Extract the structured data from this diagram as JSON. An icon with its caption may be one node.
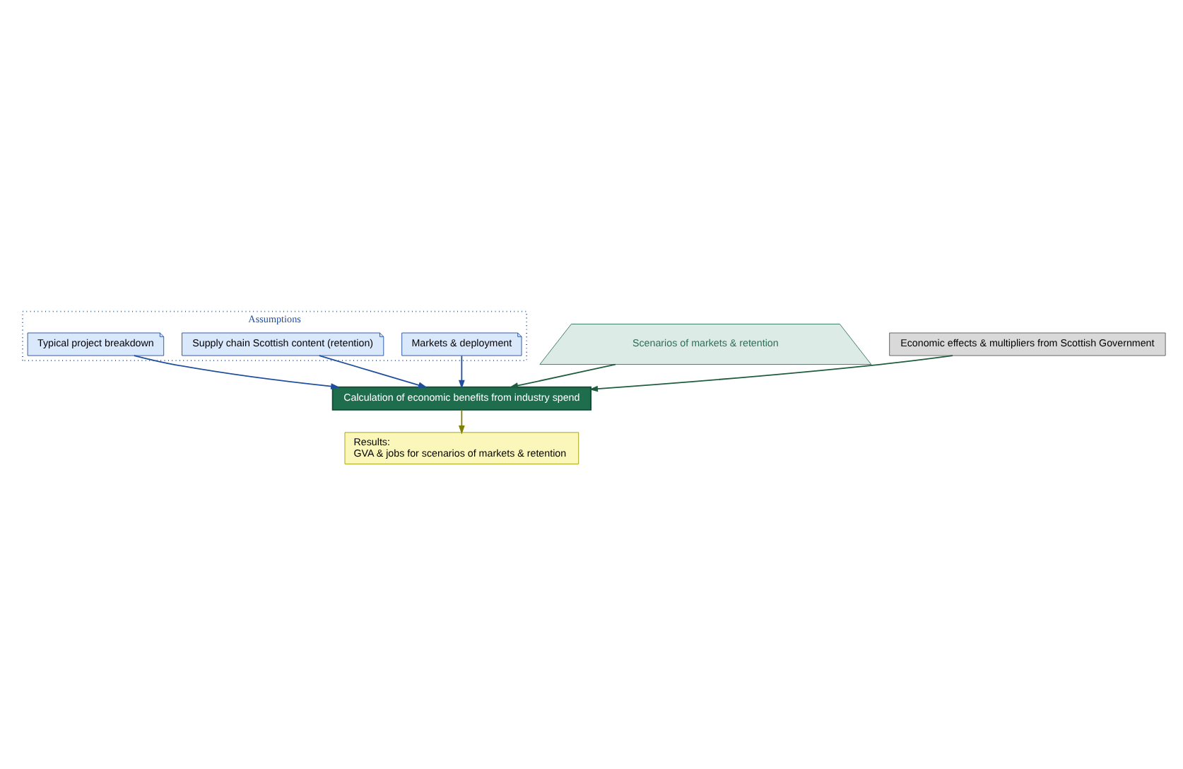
{
  "diagram": {
    "nodes": [
      {
        "text": [
          "Assumptions"
        ]
      },
      {
        "text": [
          "Markets & deployment"
        ],
        "in": 0
      },
      {
        "text": [
          "Supply chain Scottish content (retention)"
        ],
        "in": 0
      },
      {
        "text": [
          "Typical project breakdown"
        ],
        "in": 0
      },
      {
        "text": [
          "Scenarios of markets & retention"
        ]
      },
      {
        "text": [
          "Economic effects & multipliers from Scottish Government"
        ]
      },
      {
        "text": [
          "Calculation of economic benefits from industry spend"
        ]
      },
      {
        "text": [
          "Results:",
          "GVA & jobs for scenarios of markets & retention"
        ]
      }
    ],
    "edges": [
      {
        "from": 1,
        "to": 6,
        "arrow": "to",
        "color": "#1f4e9e"
      },
      {
        "from": 2,
        "to": 6,
        "arrow": "to",
        "color": "#1f4e9e"
      },
      {
        "from": 3,
        "to": 6,
        "arrow": "to",
        "color": "#1f4e9e"
      },
      {
        "from": 4,
        "to": 6,
        "arrow": "to",
        "color": "#1e5e3e"
      },
      {
        "from": 5,
        "to": 6,
        "arrow": "to",
        "color": "#1e5e3e"
      },
      {
        "from": 6,
        "to": 7,
        "arrow": "to",
        "color": "#7f7f00"
      }
    ]
  }
}
